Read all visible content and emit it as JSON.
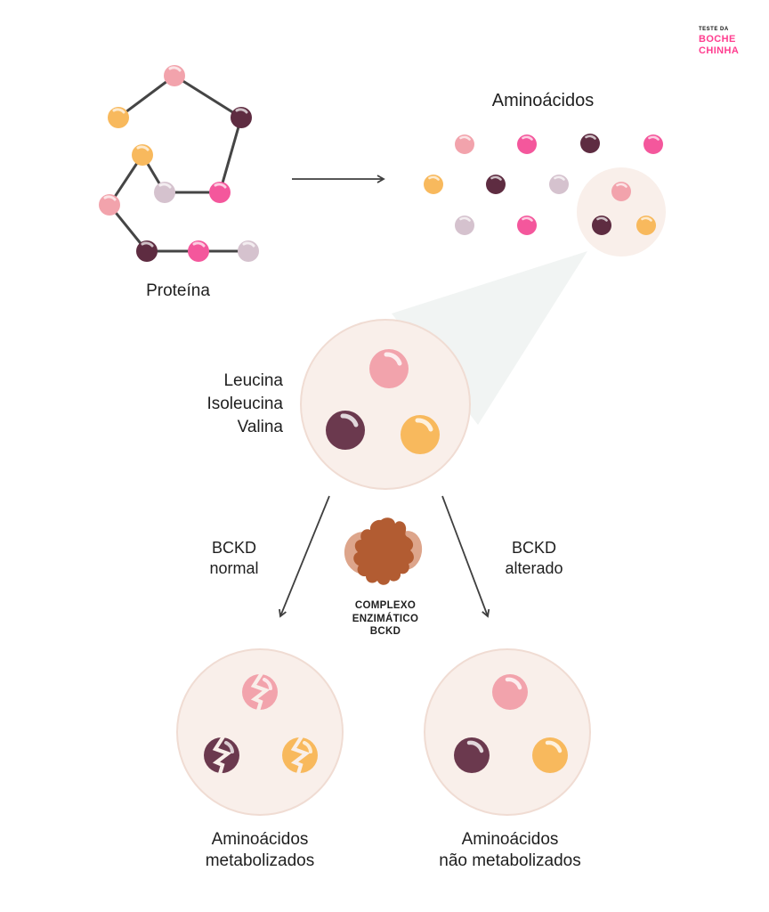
{
  "logo": {
    "top": "TESTE DA",
    "mid": "BOCHE",
    "bottom": "CHINHA"
  },
  "protein": {
    "label": "Proteína"
  },
  "amino": {
    "title": "Aminoácidos"
  },
  "magnified": {
    "line1": "Leucina",
    "line2": "Isoleucina",
    "line3": "Valina"
  },
  "pathway_left": {
    "line1": "BCKD",
    "line2": "normal"
  },
  "pathway_right": {
    "line1": "BCKD",
    "line2": "alterado"
  },
  "enzyme": {
    "line1": "COMPLEXO",
    "line2": "ENZIMÁTICO",
    "line3": "BCKD"
  },
  "result_left": {
    "line1": "Aminoácidos",
    "line2": "metabolizados"
  },
  "result_right": {
    "line1": "Aminoácidos",
    "line2": "não metabolizados"
  },
  "colors": {
    "light_pink": "#F2A3AC",
    "hot_pink": "#F4579C",
    "maroon_ball": "#6B394E",
    "maroon_dot": "#5E2C41",
    "mauve": "#D5C2CE",
    "orange": "#F8B95D",
    "circle_fill": "#F9EFEA",
    "circle_border": "#F0DCD3",
    "beam": "#F1F4F3",
    "line": "#3F3F3F",
    "text": "#1F1F1F",
    "logo_pink": "#FF3D8F",
    "enzyme_dark": "#B25C32",
    "enzyme_light": "#DDA58B"
  }
}
